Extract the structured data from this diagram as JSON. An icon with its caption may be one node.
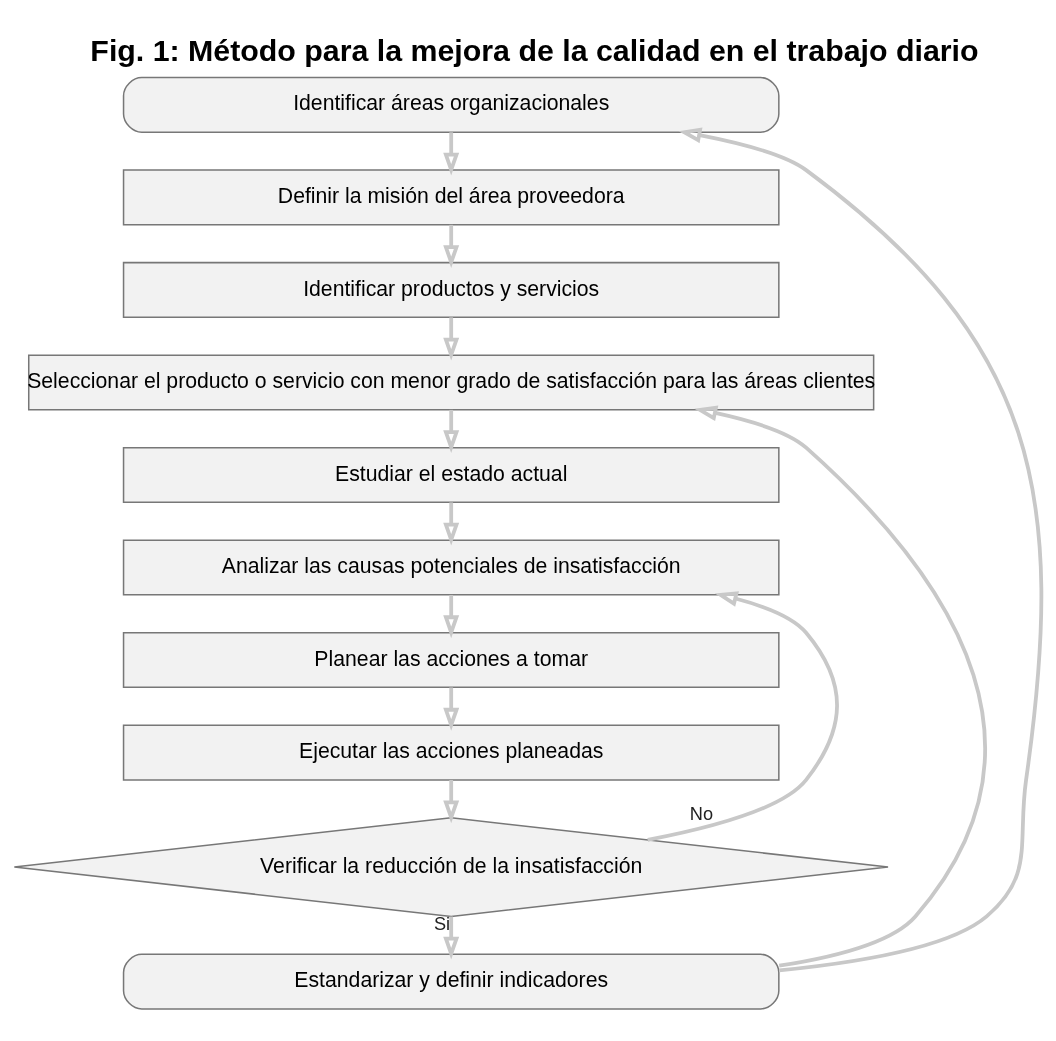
{
  "diagram": {
    "title": "Fig. 1: Método para la mejora de la calidad en el trabajo diario",
    "nodes": [
      {
        "text": [
          "Identificar áreas organizacionales"
        ]
      },
      {
        "text": [
          "Definir la misión del área proveedora"
        ]
      },
      {
        "text": [
          "Identificar productos y servicios"
        ]
      },
      {
        "text": [
          "Seleccionar el producto o servicio con menor grado de satisfacción para las áreas clientes"
        ]
      },
      {
        "text": [
          "Estudiar el estado actual"
        ]
      },
      {
        "text": [
          "Analizar las causas potenciales de insatisfacción"
        ]
      },
      {
        "text": [
          "Planear las acciones a tomar"
        ]
      },
      {
        "text": [
          "Ejecutar las acciones planeadas"
        ]
      },
      {
        "text": [
          "Verificar la reducción de la insatisfacción"
        ]
      },
      {
        "text": [
          "Estandarizar y definir indicadores"
        ]
      }
    ],
    "edges": [
      {
        "from": 0,
        "to": 1,
        "arrow": "to"
      },
      {
        "from": 1,
        "to": 2,
        "arrow": "to"
      },
      {
        "from": 2,
        "to": 3,
        "arrow": "to"
      },
      {
        "from": 3,
        "to": 4,
        "arrow": "to"
      },
      {
        "from": 4,
        "to": 5,
        "arrow": "to"
      },
      {
        "from": 5,
        "to": 6,
        "arrow": "to"
      },
      {
        "from": 6,
        "to": 7,
        "arrow": "to"
      },
      {
        "from": 7,
        "to": 8,
        "arrow": "to"
      },
      {
        "from": 8,
        "to": 9,
        "arrow": "to",
        "label": "Si"
      },
      {
        "from": 8,
        "to": 5,
        "arrow": "to",
        "label": "No"
      },
      {
        "from": 9,
        "to": 3,
        "arrow": "to"
      },
      {
        "from": 9,
        "to": 0,
        "arrow": "to"
      }
    ]
  }
}
